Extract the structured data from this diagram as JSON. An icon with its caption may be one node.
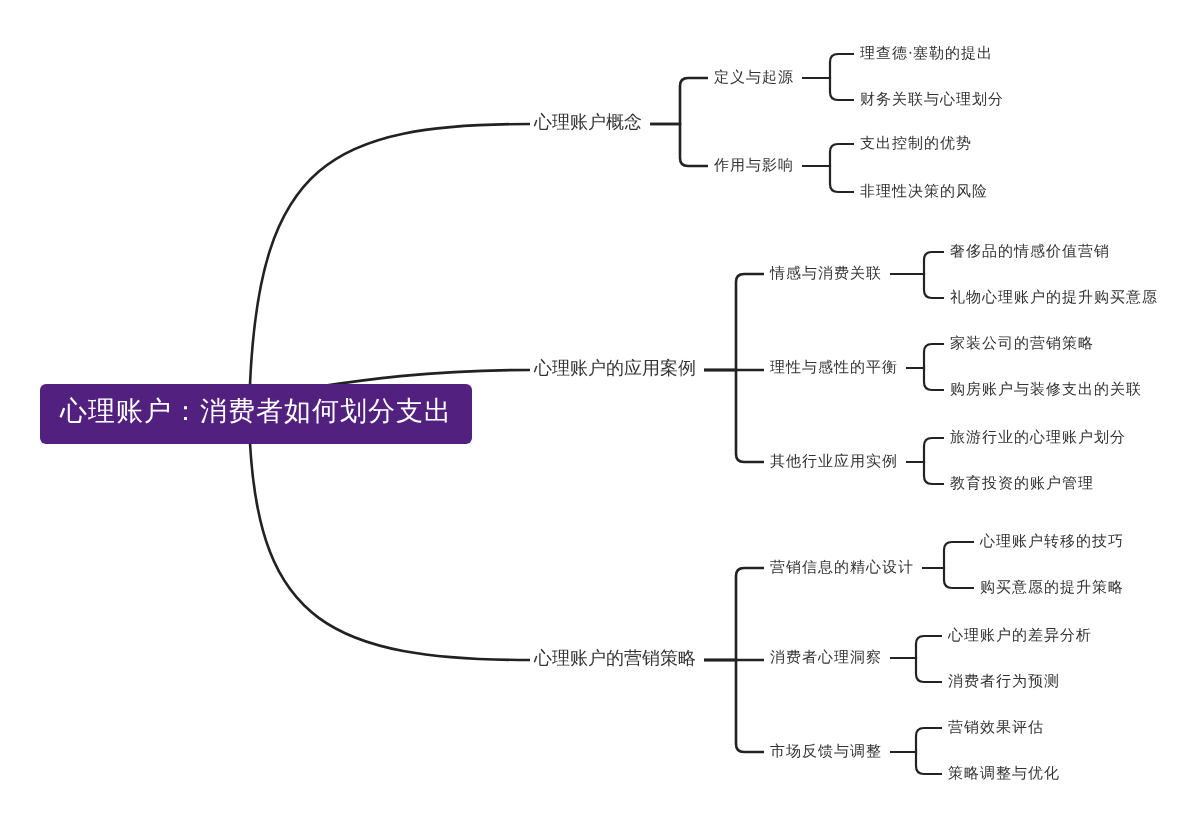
{
  "diagram": {
    "nodes": [
      {
        "text": [
          "心理账户：消费者如何划分支出"
        ]
      },
      {
        "text": [
          "心理账户概念"
        ]
      },
      {
        "text": [
          "定义与起源"
        ]
      },
      {
        "text": [
          "理查德·塞勒的提出"
        ]
      },
      {
        "text": [
          "财务关联与心理划分"
        ]
      },
      {
        "text": [
          "作用与影响"
        ]
      },
      {
        "text": [
          "支出控制的优势"
        ]
      },
      {
        "text": [
          "非理性决策的风险"
        ]
      },
      {
        "text": [
          "心理账户的应用案例"
        ]
      },
      {
        "text": [
          "情感与消费关联"
        ]
      },
      {
        "text": [
          "奢侈品的情感价值营销"
        ]
      },
      {
        "text": [
          "礼物心理账户的提升购买意愿"
        ]
      },
      {
        "text": [
          "理性与感性的平衡"
        ]
      },
      {
        "text": [
          "家装公司的营销策略"
        ]
      },
      {
        "text": [
          "购房账户与装修支出的关联"
        ]
      },
      {
        "text": [
          "其他行业应用实例"
        ]
      },
      {
        "text": [
          "旅游行业的心理账户划分"
        ]
      },
      {
        "text": [
          "教育投资的账户管理"
        ]
      },
      {
        "text": [
          "心理账户的营销策略"
        ]
      },
      {
        "text": [
          "营销信息的精心设计"
        ]
      },
      {
        "text": [
          "心理账户转移的技巧"
        ]
      },
      {
        "text": [
          "购买意愿的提升策略"
        ]
      },
      {
        "text": [
          "消费者心理洞察"
        ]
      },
      {
        "text": [
          "心理账户的差异分析"
        ]
      },
      {
        "text": [
          "消费者行为预测"
        ]
      },
      {
        "text": [
          "市场反馈与调整"
        ]
      },
      {
        "text": [
          "营销效果评估"
        ]
      },
      {
        "text": [
          "策略调整与优化"
        ]
      }
    ],
    "edges": [
      {
        "from": 0,
        "to": 1,
        "arrow": "none"
      },
      {
        "from": 1,
        "to": 2,
        "arrow": "none"
      },
      {
        "from": 2,
        "to": 3,
        "arrow": "none"
      },
      {
        "from": 2,
        "to": 4,
        "arrow": "none"
      },
      {
        "from": 1,
        "to": 5,
        "arrow": "none"
      },
      {
        "from": 5,
        "to": 6,
        "arrow": "none"
      },
      {
        "from": 5,
        "to": 7,
        "arrow": "none"
      },
      {
        "from": 0,
        "to": 8,
        "arrow": "none"
      },
      {
        "from": 8,
        "to": 9,
        "arrow": "none"
      },
      {
        "from": 9,
        "to": 10,
        "arrow": "none"
      },
      {
        "from": 9,
        "to": 11,
        "arrow": "none"
      },
      {
        "from": 8,
        "to": 12,
        "arrow": "none"
      },
      {
        "from": 12,
        "to": 13,
        "arrow": "none"
      },
      {
        "from": 12,
        "to": 14,
        "arrow": "none"
      },
      {
        "from": 8,
        "to": 15,
        "arrow": "none"
      },
      {
        "from": 15,
        "to": 16,
        "arrow": "none"
      },
      {
        "from": 15,
        "to": 17,
        "arrow": "none"
      },
      {
        "from": 0,
        "to": 18,
        "arrow": "none"
      },
      {
        "from": 18,
        "to": 19,
        "arrow": "none"
      },
      {
        "from": 19,
        "to": 20,
        "arrow": "none"
      },
      {
        "from": 19,
        "to": 21,
        "arrow": "none"
      },
      {
        "from": 18,
        "to": 22,
        "arrow": "none"
      },
      {
        "from": 22,
        "to": 23,
        "arrow": "none"
      },
      {
        "from": 22,
        "to": 24,
        "arrow": "none"
      },
      {
        "from": 18,
        "to": 25,
        "arrow": "none"
      },
      {
        "from": 25,
        "to": 26,
        "arrow": "none"
      },
      {
        "from": 25,
        "to": 27,
        "arrow": "none"
      }
    ]
  }
}
